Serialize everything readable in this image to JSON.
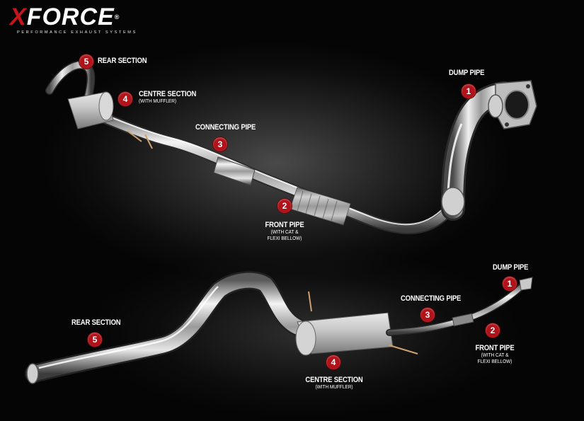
{
  "logo": {
    "x": "X",
    "word": "FORCE",
    "reg": "®",
    "tagline": "PERFORMANCE EXHAUST SYSTEMS"
  },
  "top_system": {
    "parts": [
      {
        "number": "1",
        "name": "DUMP PIPE",
        "note": ""
      },
      {
        "number": "2",
        "name": "FRONT PIPE",
        "note_lines": [
          "(WITH CAT &",
          "FLEXI BELLOW)"
        ]
      },
      {
        "number": "3",
        "name": "CONNECTING PIPE",
        "note": ""
      },
      {
        "number": "4",
        "name": "CENTRE SECTION",
        "note": "(WITH MUFFLER)"
      },
      {
        "number": "5",
        "name": "REAR SECTION",
        "note": ""
      }
    ]
  },
  "bottom_system": {
    "parts": [
      {
        "number": "1",
        "name": "DUMP PIPE",
        "note": ""
      },
      {
        "number": "2",
        "name": "FRONT PIPE",
        "note_lines": [
          "(WITH CAT &",
          "FLEXI BELLOW)"
        ]
      },
      {
        "number": "3",
        "name": "CONNECTING PIPE",
        "note": ""
      },
      {
        "number": "4",
        "name": "CENTRE SECTION",
        "note": "(WITH MUFFLER)"
      },
      {
        "number": "5",
        "name": "REAR SECTION",
        "note": ""
      }
    ]
  },
  "colors": {
    "badge": "#b01319",
    "background": "#000000",
    "text": "#ffffff",
    "logo_accent": "#c8141b"
  }
}
